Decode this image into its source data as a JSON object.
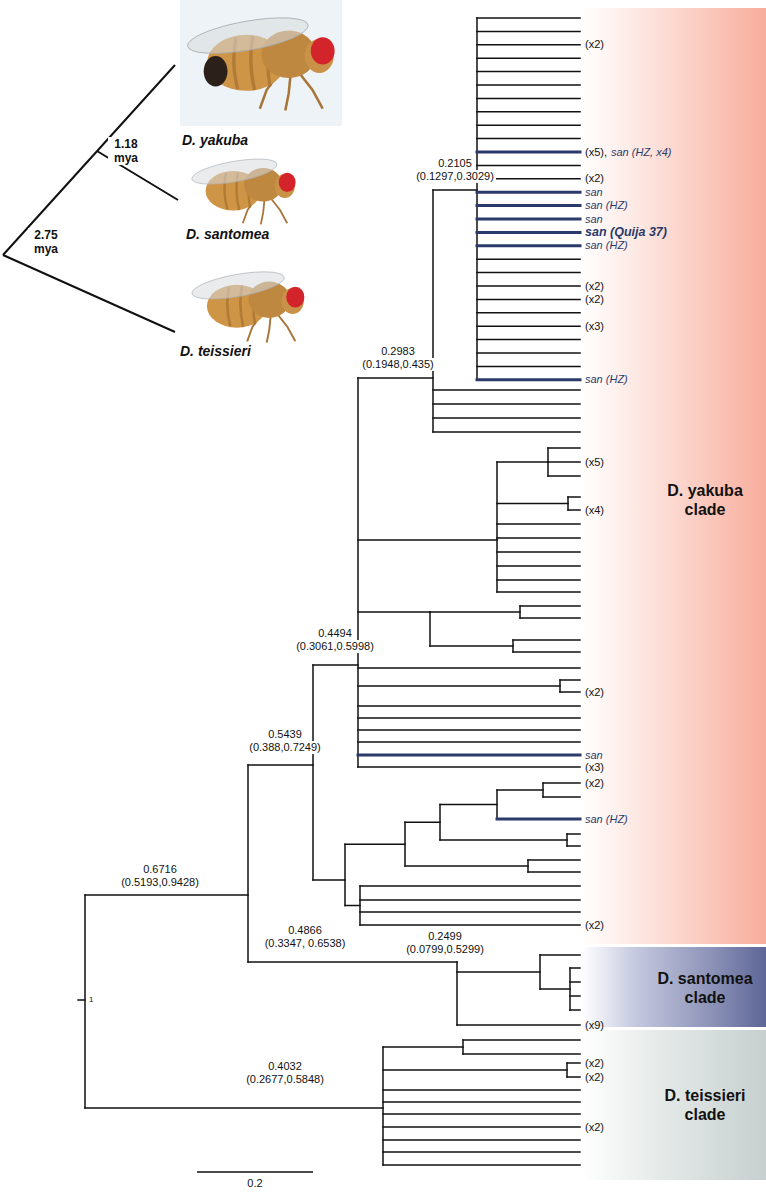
{
  "diagram": {
    "nodes": [
      {
        "text": [
          "D. yakuba clade"
        ]
      },
      {
        "text": [
          "D. santomea clade"
        ]
      },
      {
        "text": [
          "D. teissieri clade"
        ]
      }
    ],
    "labels": [
      "D. yakuba",
      "1.18 mya",
      "D. santomea",
      "2.75 mya",
      "D. teissieri",
      "(x2)",
      "0.2105",
      "(0.1297,0.3029)",
      "(x5),",
      "san (HZ, x4)",
      "(x2)",
      "san",
      "san (HZ)",
      "san",
      "san (Quija 37)",
      "san (HZ)",
      "(x2)",
      "(x2)",
      "(x3)",
      "0.2983",
      "(0.1948,0.435)",
      "san (HZ)",
      "(x5)",
      "(x4)",
      "0.4494",
      "(0.3061,0.5998)",
      "(x2)",
      "0.5439",
      "(0.388,0.7249)",
      "san",
      "(x3)",
      "(x2)",
      "san (HZ)",
      "0.6716",
      "(0.5193,0.9428)",
      "0.4866",
      "(0.3347, 0.6538)",
      "(x2)",
      "0.2499",
      "(0.0799,0.5299)",
      "(x9)",
      "1",
      "0.4032",
      "(0.2677,0.5848)",
      "(x2)",
      "(x2)",
      "(x2)",
      "0.2"
    ]
  }
}
